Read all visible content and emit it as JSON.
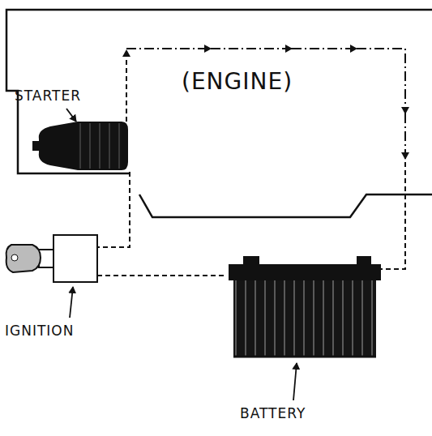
{
  "diagram": {
    "labels": [
      "STARTER",
      "(ENGINE)",
      "IGNITION",
      "BATTERY"
    ]
  }
}
